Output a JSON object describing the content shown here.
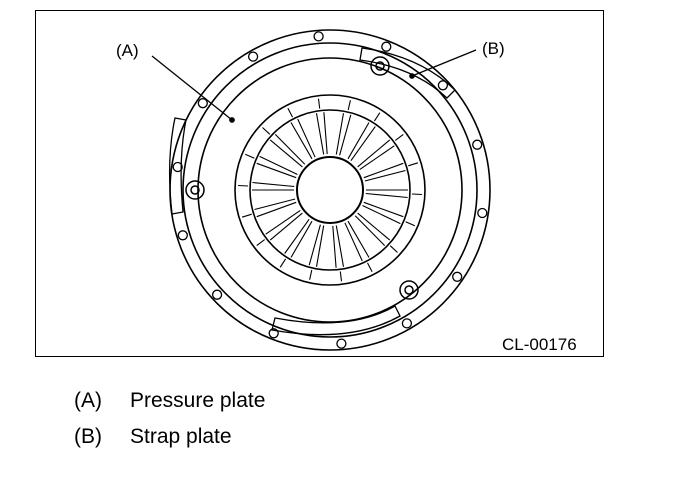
{
  "figure": {
    "code": "CL-00176",
    "callouts": [
      {
        "key": "(A)"
      },
      {
        "key": "(B)"
      }
    ]
  },
  "legend": {
    "items": [
      {
        "key": "(A)",
        "label": "Pressure plate"
      },
      {
        "key": "(B)",
        "label": "Strap plate"
      }
    ]
  }
}
